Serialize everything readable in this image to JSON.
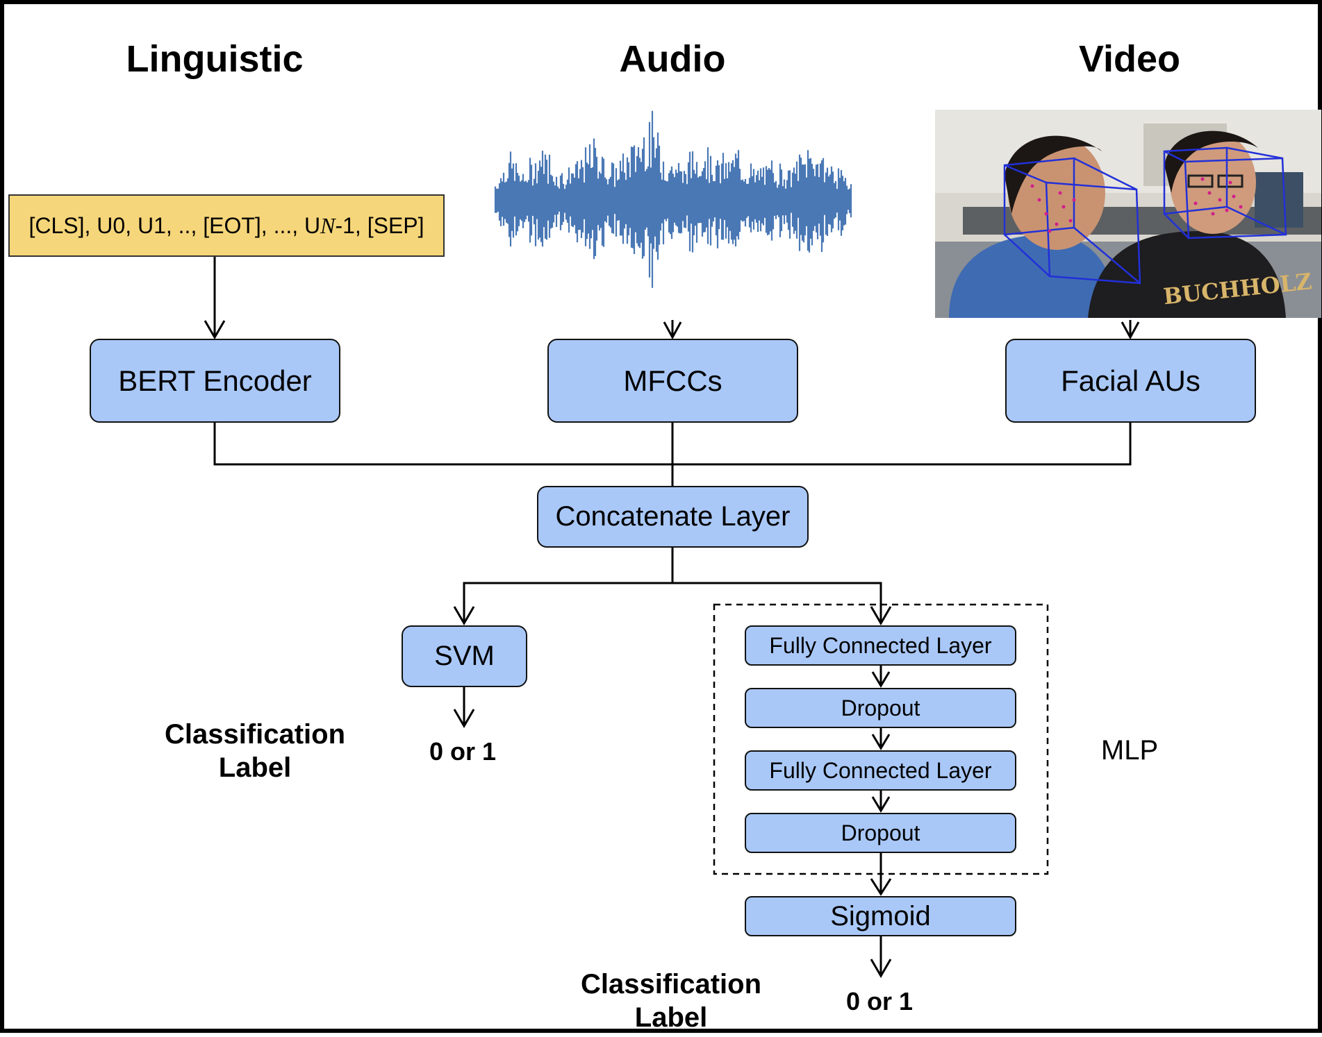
{
  "headings": {
    "linguistic": "Linguistic",
    "audio": "Audio",
    "video": "Video"
  },
  "input_sequence": {
    "before_n": "[CLS], U0, U1, .., [EOT], ..., U",
    "n": "N",
    "after_n": "-1, [SEP]"
  },
  "video_shirt_text": "BUCHHOLZ",
  "encoders": {
    "bert": "BERT Encoder",
    "mfcc": "MFCCs",
    "facial": "Facial AUs"
  },
  "concat": "Concatenate Layer",
  "svm": "SVM",
  "mlp": {
    "fc1": "Fully Connected Layer",
    "drop1": "Dropout",
    "fc2": "Fully Connected Layer",
    "drop2": "Dropout",
    "label": "MLP"
  },
  "sigmoid": "Sigmoid",
  "outputs": {
    "svm_output": "0 or 1",
    "mlp_output": "0 or 1"
  },
  "classification_label_1": [
    "Classification",
    "Label"
  ],
  "classification_label_2": [
    "Classification",
    "Label"
  ],
  "colors": {
    "box_fill": "#a9c8f8",
    "input_fill": "#f6d67a",
    "waveform": "#4a78b5",
    "landmarks": "#d0208a",
    "head_box": "#2230d8"
  }
}
